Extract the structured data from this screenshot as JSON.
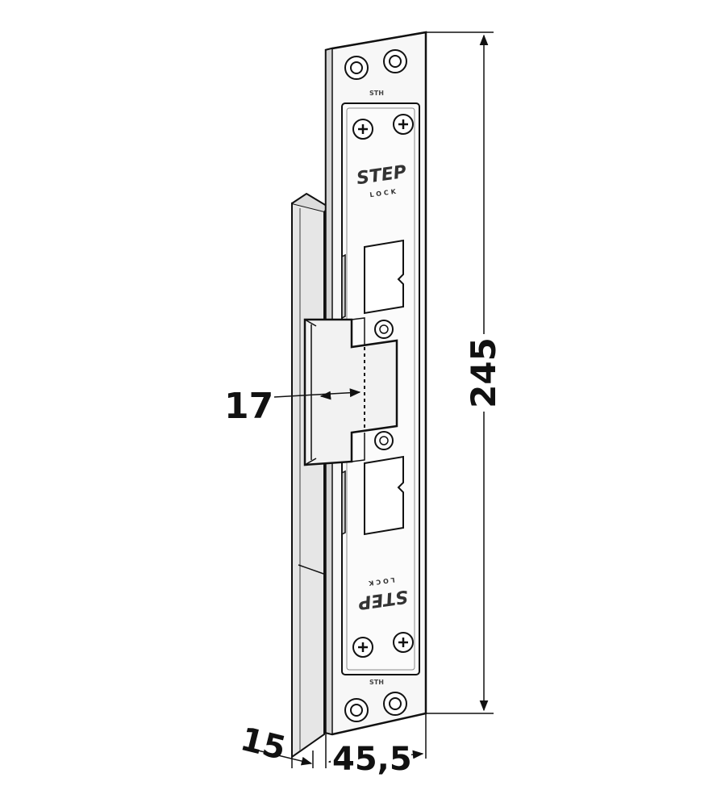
{
  "dimensions": {
    "height": "245",
    "width": "45,5",
    "depth": "15",
    "opening": "17"
  },
  "logo": {
    "brand": "STEP",
    "sub": "LOCK"
  },
  "colors": {
    "stroke": "#111111",
    "plate": "#f7f7f7",
    "shade": "#d8d8d8",
    "background": "#ffffff"
  }
}
